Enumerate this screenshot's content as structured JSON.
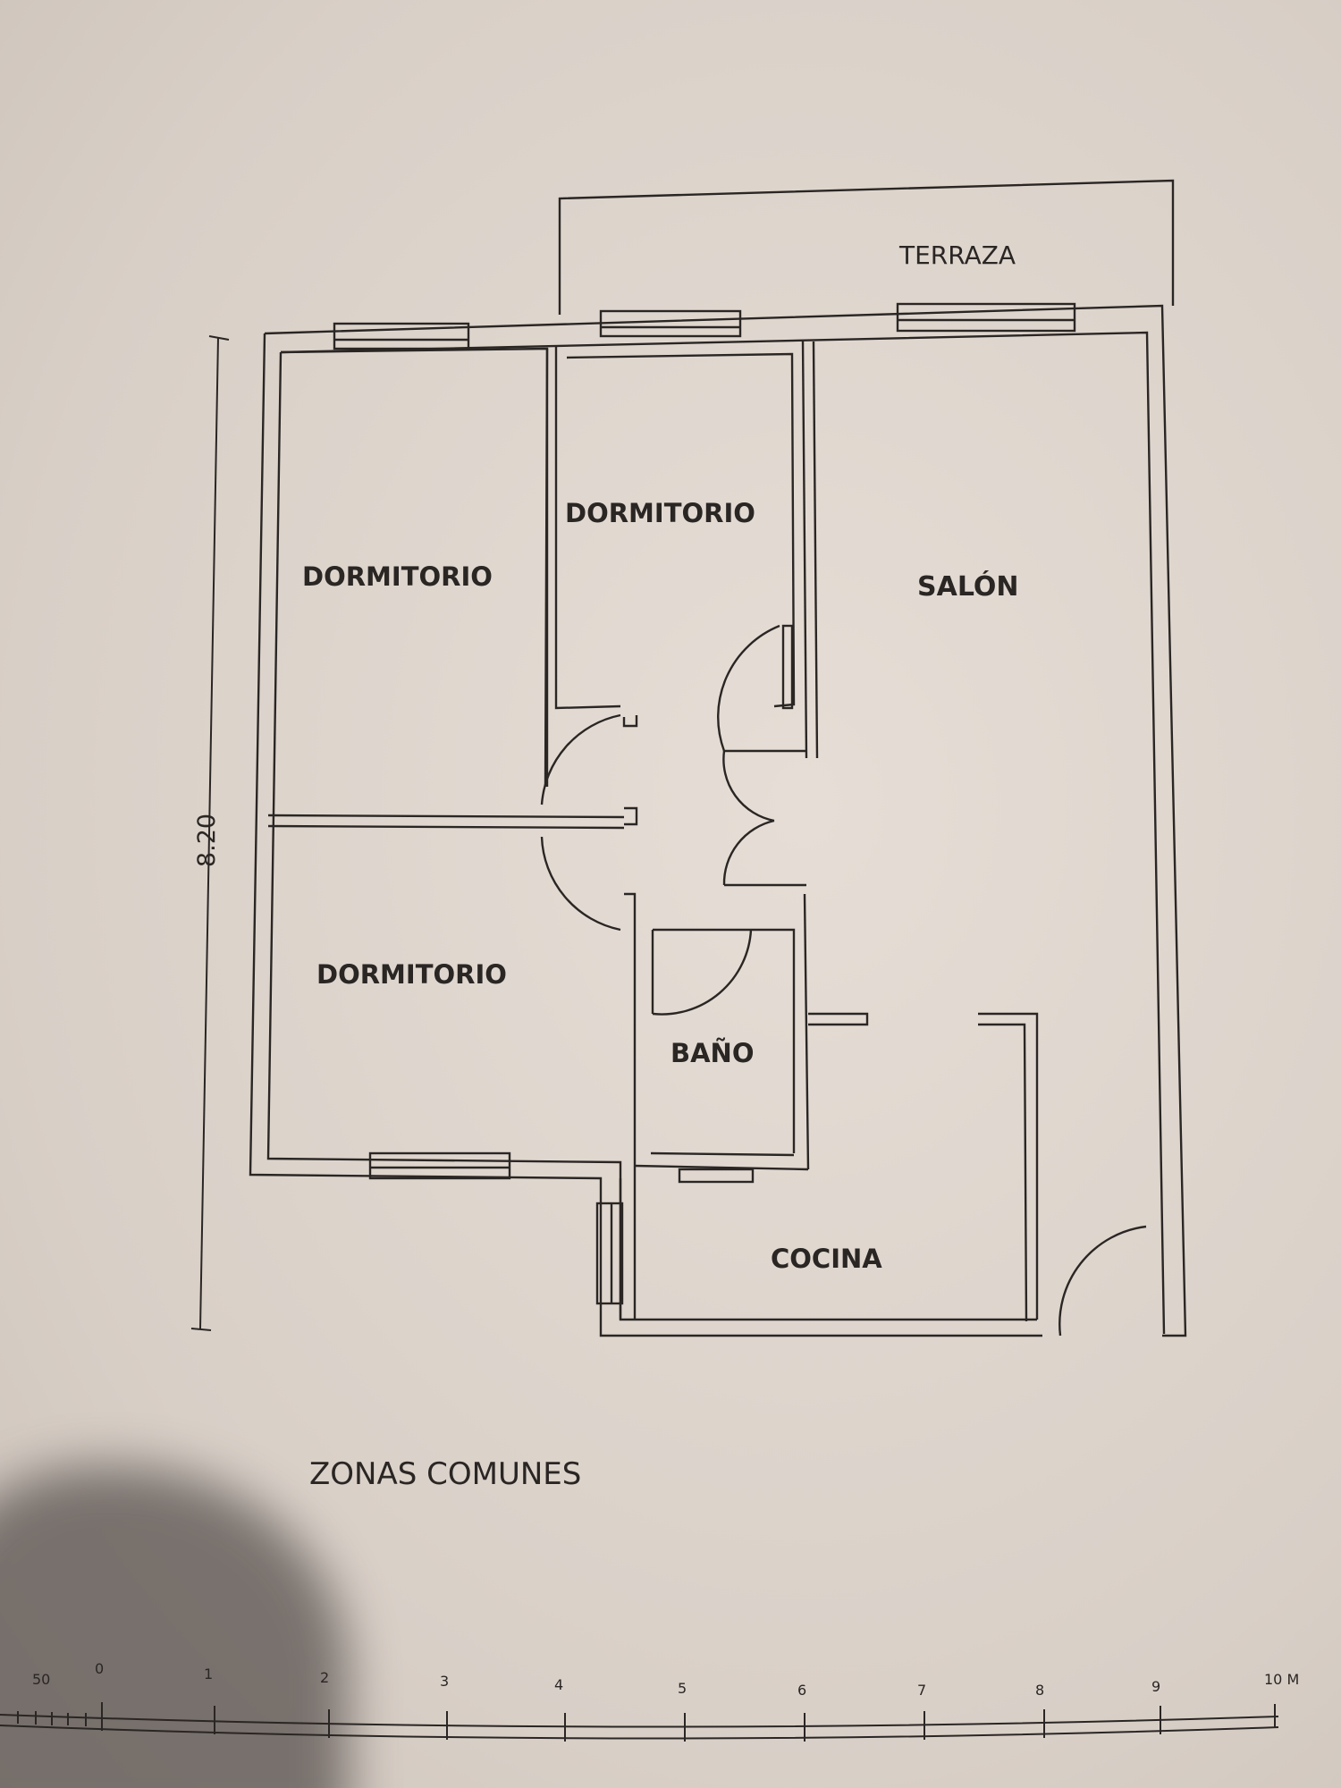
{
  "rooms": {
    "terrace": "TERRAZA",
    "bedroom_1": "DORMITORIO",
    "bedroom_2": "DORMITORIO",
    "bedroom_3": "DORMITORIO",
    "living_room": "SALÓN",
    "bathroom": "BAÑO",
    "kitchen": "COCINA"
  },
  "common_areas_label": "ZONAS COMUNES",
  "dimension_label": "8.20",
  "scale_bar": {
    "labels": [
      "50",
      "0",
      "1",
      "2",
      "3",
      "4",
      "5",
      "6",
      "7",
      "8",
      "9",
      "10 M"
    ]
  },
  "colors": {
    "ink": "#2a2624",
    "paper": "#e3dbd3"
  }
}
